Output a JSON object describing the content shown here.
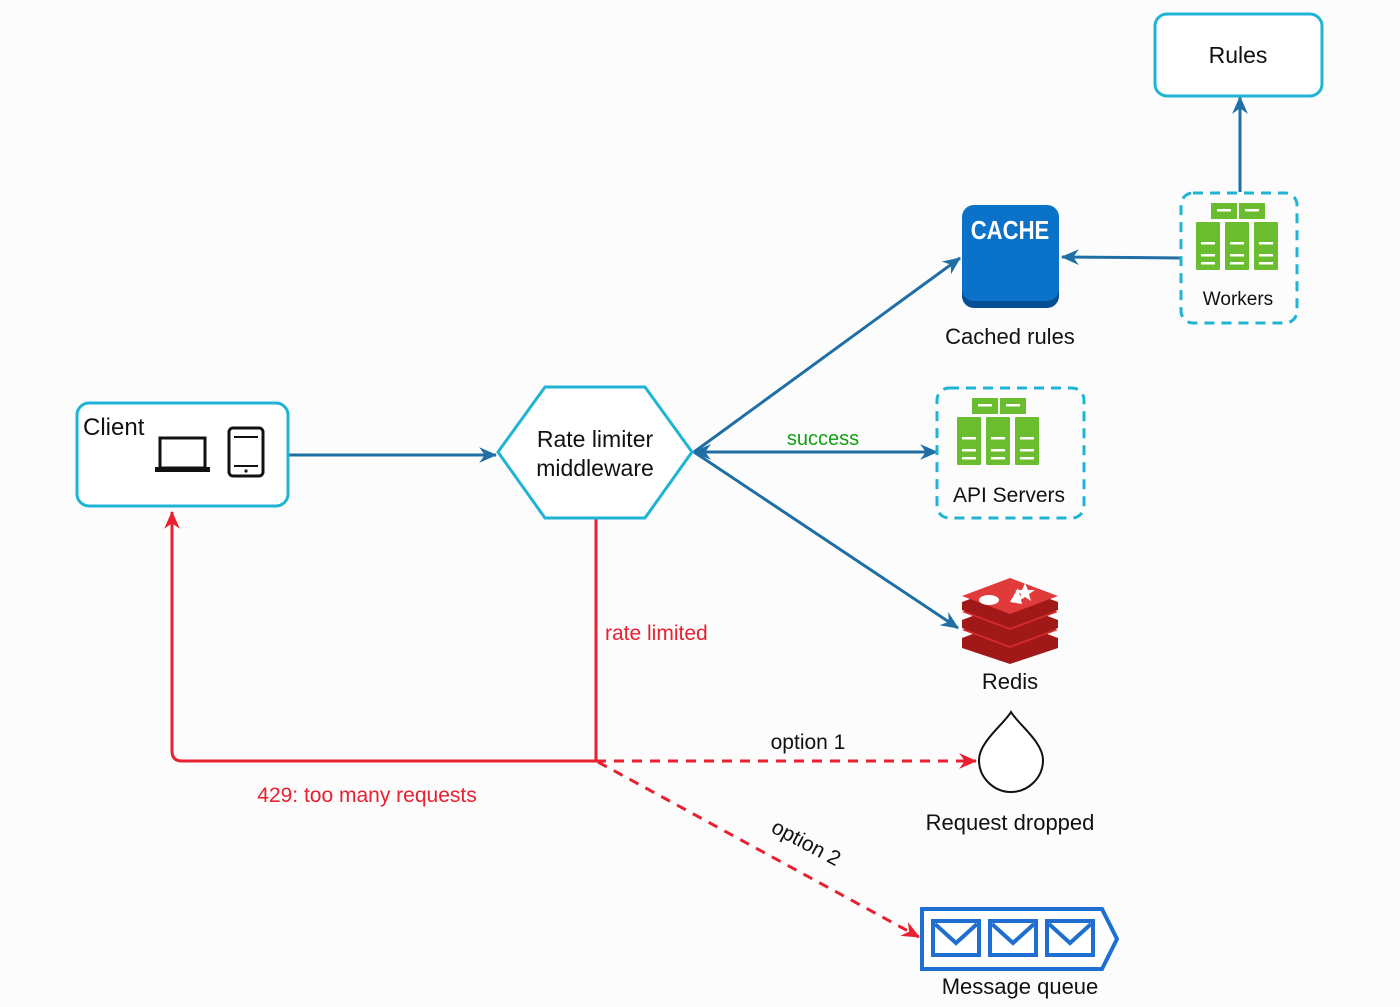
{
  "nodes": {
    "client": "Client",
    "rate_limiter_line1": "Rate limiter",
    "rate_limiter_line2": "middleware",
    "cache_icon_text": "CACHE",
    "cached_rules": "Cached rules",
    "api_servers": "API Servers",
    "redis": "Redis",
    "rules": "Rules",
    "workers": "Workers",
    "request_dropped": "Request dropped",
    "message_queue": "Message queue"
  },
  "edges": {
    "success": "success",
    "rate_limited": "rate limited",
    "too_many": "429: too many requests",
    "option1": "option 1",
    "option2": "option 2"
  },
  "colors": {
    "blue_arrow": "#1f6fa5",
    "box_border": "#1fb4d4",
    "red": "#e8202f",
    "green_text": "#12a012",
    "server_green": "#6abd2e",
    "cache_blue": "#0a72c8",
    "redis_red": "#d42a2a",
    "queue_blue": "#1f6fd0"
  },
  "icons": [
    "laptop-icon",
    "tablet-icon",
    "cache-icon",
    "server-icon",
    "redis-icon",
    "drop-icon",
    "envelope-icon"
  ]
}
